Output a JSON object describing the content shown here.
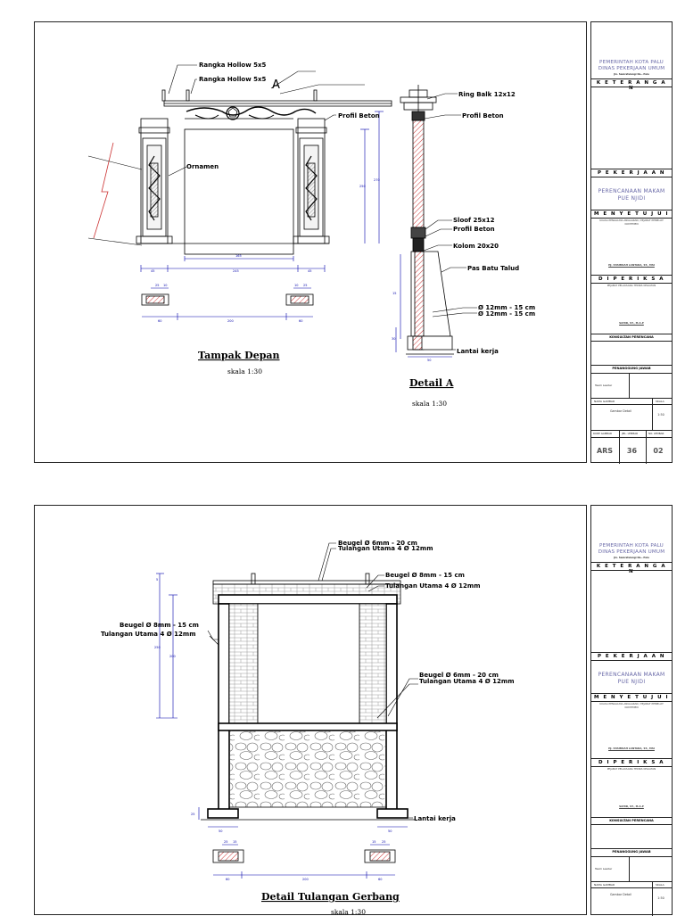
{
  "sheet1": {
    "labels": {
      "rangka1": "Rangka Hollow 5x5",
      "rangka2": "Rangka Hollow 5x5",
      "marker_a": "A",
      "profil_beton_left": "Profil Beton",
      "ornamen": "Ornamen",
      "ring_balk": "Ring Balk 12x12",
      "profil_beton_right": "Profil Beton",
      "sloof": "Sloof 25x12",
      "profil_beton_2": "Profil Beton",
      "kolom": "Kolom 20x20",
      "pas_batu": "Pas Batu Talud",
      "tul1": "Ø 12mm - 15 cm",
      "tul2": "Ø 12mm - 15 cm",
      "lantai": "Lantai kerja"
    },
    "dims": {
      "d165": "165",
      "d245": "245",
      "d45a": "45",
      "d45b": "45",
      "d250": "250",
      "d270": "270",
      "d25a": "25",
      "d10a": "10",
      "d10b": "10",
      "d25b": "25",
      "d60a": "60",
      "d200": "200",
      "d60b": "60",
      "d15": "15",
      "d30": "30",
      "d50": "50"
    },
    "title1": "Tampak Depan",
    "scale1": "skala 1:30",
    "title2": "Detail A",
    "scale2": "skala 1:30"
  },
  "sheet2": {
    "labels": {
      "b1a": "Beugel Ø 6mm - 20 cm",
      "b1b": "Tulangan Utama 4 Ø 12mm",
      "b2a": "Beugel Ø 8mm - 15 cm",
      "b2b": "Tulangan Utama 4 Ø 12mm",
      "b3a": "Beugel Ø 8mm - 15 cm",
      "b3b": "Tulangan Utama 4 Ø 12mm",
      "b4a": "Beugel Ø 6mm - 20 cm",
      "b4b": "Tulangan Utama 4 Ø 12mm",
      "lantai": "Lantai kerja"
    },
    "dims": {
      "d5": "5",
      "d250": "250",
      "d200": "200",
      "d25": "25",
      "d50a": "50",
      "d50b": "50",
      "d25a": "25",
      "d15a": "15",
      "d15b": "15",
      "d25b": "25",
      "d60a": "60",
      "d200b": "200",
      "d60b": "60"
    },
    "title": "Detail Tulangan Gerbang",
    "scale": "skala 1:30"
  },
  "titleblock1": {
    "org1": "PEMERINTAH KOTA PALU",
    "org2": "DINAS PEKERJAAN UMUM",
    "addr": "Jln. Samratulangi No.- Palu",
    "keterangan": "K E T E R A N G A N",
    "pekerjaan": "P E K E R J A A N",
    "proj1": "PERENCANAAN MAKAM",
    "proj2": "PUE NJIDI",
    "menyetujui": "M E N Y E T U J U I",
    "approver_role": "KUASA PENGGUNA ANGGARAN / PEJABAT PEMBUAT KOMITMEN",
    "approver_name": "HJ. SYAMRIAH LANTARA, ST., MSI",
    "diperiksa": "D I P E R I K S A",
    "checker_role": "PEJABAT PELAKSANA TEKNIS KEGIATAN",
    "checker_name": "SAHID, ST., M.A.P",
    "konsultan": "KONSULTAN PERENCANA",
    "penanggung": "PENANGGUNG JAWAB",
    "team_leader": "Team Leader",
    "nama_gambar_lbl": "NAMA GAMBAR",
    "skala_lbl": "SKALA",
    "nama_gambar": "Gambar Detail",
    "skala": "1:50",
    "kode_lbl": "KODE GAMBAR",
    "jml_lbl": "JML. LEMBAR",
    "no_lbl": "NO. LEMBAR",
    "kode": "ARS",
    "jml": "36",
    "no": "02"
  },
  "titleblock2": {
    "org1": "PEMERINTAH KOTA PALU",
    "org2": "DINAS PEKERJAAN UMUM",
    "addr": "Jln. Samratulangi No.- Palu",
    "keterangan": "K E T E R A N G A N",
    "pekerjaan": "P E K E R J A A N",
    "proj1": "PERENCANAAN MAKAM",
    "proj2": "PUE NJIDI",
    "menyetujui": "M E N Y E T U J U I",
    "approver_role": "KUASA PENGGUNA ANGGARAN / PEJABAT PEMBUAT KOMITMEN",
    "approver_name": "HJ. SYAMRIAH LANTARA, ST., MSI",
    "diperiksa": "D I P E R I K S A",
    "checker_role": "PEJABAT PELAKSANA TEKNIS KEGIATAN",
    "checker_name": "SAHID, ST., M.A.P",
    "konsultan": "KONSULTAN PERENCANA",
    "penanggung": "PENANGGUNG JAWAB",
    "team_leader": "Team Leader",
    "nama_gambar_lbl": "NAMA GAMBAR",
    "skala_lbl": "SKALA",
    "nama_gambar": "Gambar Detail",
    "skala": "1:50"
  }
}
